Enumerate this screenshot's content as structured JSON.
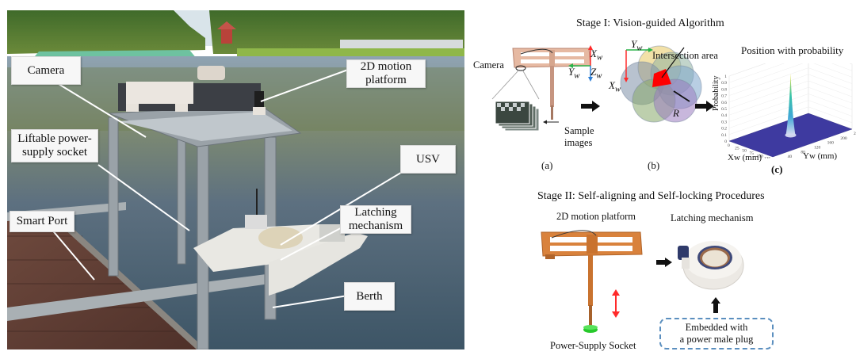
{
  "photo": {
    "callouts": [
      {
        "id": "camera",
        "label": "Camera"
      },
      {
        "id": "motion-platform",
        "label": "2D motion platform"
      },
      {
        "id": "power-socket",
        "label": "Liftable power-supply socket"
      },
      {
        "id": "usv",
        "label": "USV"
      },
      {
        "id": "smart-port",
        "label": "Smart Port"
      },
      {
        "id": "latching",
        "label": "Latching mechanism"
      },
      {
        "id": "berth",
        "label": "Berth"
      }
    ],
    "callout_lines": {
      "camera": "Camera",
      "motion_1": "2D motion",
      "motion_2": "platform",
      "socket_1": "Liftable power-",
      "socket_2": "supply socket",
      "usv": "USV",
      "smart_port": "Smart Port",
      "latch_1": "Latching",
      "latch_2": "mechanism",
      "berth": "Berth"
    }
  },
  "stage1": {
    "title": "Stage I: Vision-guided Algorithm",
    "panel_a": {
      "camera_label": "Camera",
      "axis_x": "X",
      "axis_y": "Y",
      "axis_z": "Z",
      "axis_sub": "w",
      "sample_label_1": "Sample",
      "sample_label_2": "images",
      "caption": "(a)"
    },
    "panel_b": {
      "intersection_label": "Intersection area",
      "radius_label": "R",
      "axis_x": "X",
      "axis_y": "Y",
      "axis_sub": "w",
      "caption": "(b)",
      "circle_colors": [
        "#e8c860",
        "#8fb3a0",
        "#7ea6cc",
        "#7d8fa8",
        "#86a86a",
        "#9a7cc0"
      ],
      "intersection_color": "#ff0000"
    },
    "panel_c": {
      "title": "Position with probability",
      "zlabel": "Probability",
      "xlabel": "Xw (mm)",
      "ylabel": "Yw (mm)",
      "caption": "(c)"
    }
  },
  "stage2": {
    "title": "Stage II: Self-aligning and Self-locking Procedures",
    "platform_label": "2D motion platform",
    "socket_label": "Power-Supply Socket",
    "latching_label": "Latching mechanism",
    "embedded_line1": "Embedded with",
    "embedded_line2": "a power male plug"
  },
  "chart_data": {
    "type": "surface",
    "title": "Position with probability",
    "xlabel": "Xw (mm)",
    "ylabel": "Yw (mm)",
    "zlabel": "Probability",
    "x_ticks": [
      "0",
      "25",
      "50",
      "75",
      "100",
      "125",
      "150"
    ],
    "y_ticks": [
      "0",
      "40",
      "80",
      "120",
      "160",
      "200",
      "240"
    ],
    "z_ticks": [
      "0",
      "0.1",
      "0.2",
      "0.3",
      "0.4",
      "0.5",
      "0.6",
      "0.7",
      "0.8",
      "0.9",
      "1"
    ],
    "xlim": [
      0,
      150
    ],
    "ylim": [
      0,
      240
    ],
    "zlim": [
      0,
      1
    ],
    "peak": {
      "x": 75,
      "y": 120,
      "z": 0.95
    },
    "grid": true,
    "colormap": "parula"
  }
}
